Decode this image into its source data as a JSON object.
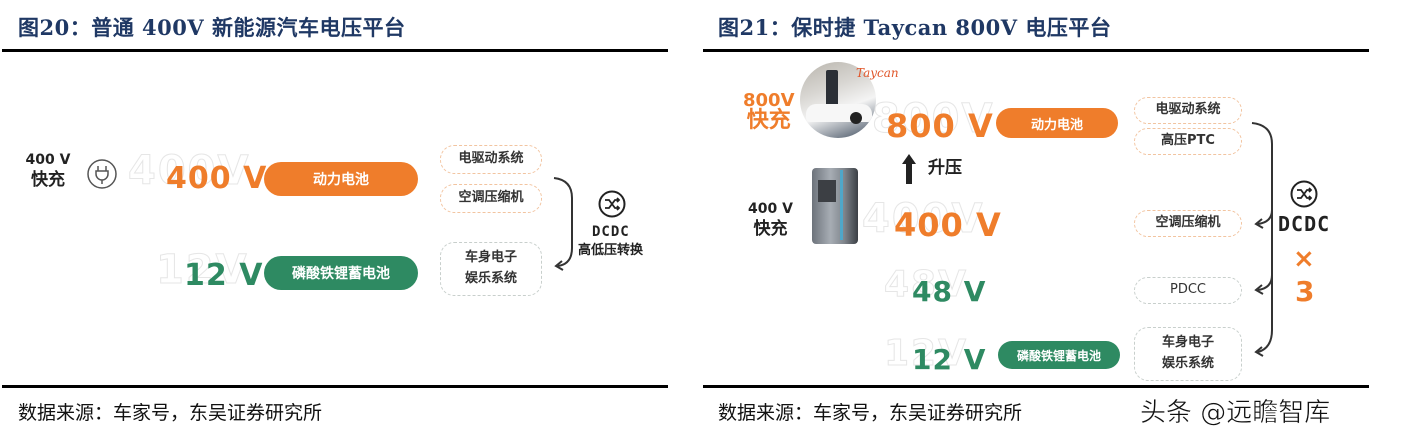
{
  "figure20": {
    "title": "图20：普通 400V 新能源汽车电压平台",
    "source": "数据来源：车家号，东吴证券研究所",
    "fast_charge": {
      "voltage": "400 V",
      "label": "快充",
      "icon": "plug-icon"
    },
    "high_voltage": {
      "ghost": "400V",
      "value": "400 V",
      "battery": "动力电池"
    },
    "low_voltage": {
      "ghost": "12V",
      "value": "12 V",
      "battery": "磷酸铁锂蓄电池"
    },
    "loads": [
      {
        "label": "电驱动系统",
        "type": "high"
      },
      {
        "label": "空调压缩机",
        "type": "high"
      },
      {
        "label": "车身电子\n娱乐系统",
        "type": "low"
      }
    ],
    "converter": {
      "icon": "shuffle-icon",
      "name": "DCDC",
      "desc": "高低压转换"
    }
  },
  "figure21": {
    "title": "图21：保时捷 Taycan 800V 电压平台",
    "source": "数据来源：车家号，东吴证券研究所",
    "fast_charge_800": {
      "voltage": "800V",
      "label": "快充",
      "car_badge": "Taycan"
    },
    "fast_charge_400": {
      "voltage": "400 V",
      "label": "快充"
    },
    "boost": {
      "icon": "arrow-up-icon",
      "label": "升压"
    },
    "levels": [
      {
        "ghost": "800V",
        "value": "800 V",
        "battery": "动力电池",
        "color": "#ef7d2b"
      },
      {
        "ghost": "400V",
        "value": "400 V",
        "battery": "",
        "color": "#ef7d2b"
      },
      {
        "ghost": "48V",
        "value": "48 V",
        "battery": "",
        "color": "#2e8a62"
      },
      {
        "ghost": "12V",
        "value": "12 V",
        "battery": "磷酸铁锂蓄电池",
        "color": "#2e8a62"
      }
    ],
    "loads": [
      {
        "label": "电驱动系统",
        "type": "high"
      },
      {
        "label": "高压PTC",
        "type": "high"
      },
      {
        "label": "空调压缩机",
        "type": "high"
      },
      {
        "label": "PDCC",
        "type": "low"
      },
      {
        "label": "车身电子\n娱乐系统",
        "type": "low"
      }
    ],
    "converter": {
      "icon": "shuffle-icon",
      "name": "DCDC",
      "multiplier_symbol": "×",
      "multiplier": "3"
    }
  },
  "watermark": "头条 @远瞻智库",
  "colors": {
    "orange": "#ef7d2b",
    "green": "#2e8a62",
    "title_blue": "#1f3864"
  }
}
